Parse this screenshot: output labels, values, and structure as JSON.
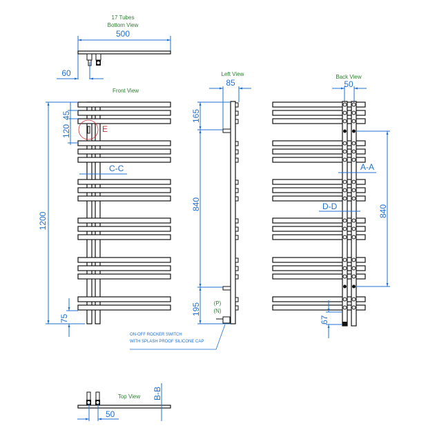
{
  "drawing": {
    "title": "Towel radiator technical drawing",
    "views": {
      "bottom": {
        "label_line1": "17 Tubes",
        "label_line2": "Bottom View",
        "width_dim": "500",
        "offset_dim": "60"
      },
      "front": {
        "label": "Front View",
        "height_dim": "1200",
        "gap_dim_top": "45",
        "gap_dim_large": "120",
        "bottom_dim": "75",
        "section_label": "C-C",
        "detail_label": "E"
      },
      "left": {
        "label": "Left View",
        "depth_dim": "85",
        "top_dim": "165",
        "mid_dim": "840",
        "bottom_dim": "195",
        "phase_label": "(P)",
        "neutral_label": "(N)"
      },
      "back": {
        "label": "Back View",
        "width_dim": "50",
        "center_dim": "840",
        "section_a": "A-A",
        "section_d": "D-D",
        "bottom_dim": "67"
      },
      "top": {
        "label": "Top View",
        "spacing_dim": "50",
        "section_label": "B-B"
      }
    },
    "note": {
      "line1": "ON-OFF ROCKER SWITCH",
      "line2": "WITH SPLASH PROOF SILICONE CAP"
    },
    "colors": {
      "dimension": "#1f6fd1",
      "label": "#2e7d32",
      "detail": "#d32f2f",
      "outline": "#111111"
    },
    "tube_groups": [
      3,
      3,
      3,
      3,
      3,
      2
    ]
  }
}
